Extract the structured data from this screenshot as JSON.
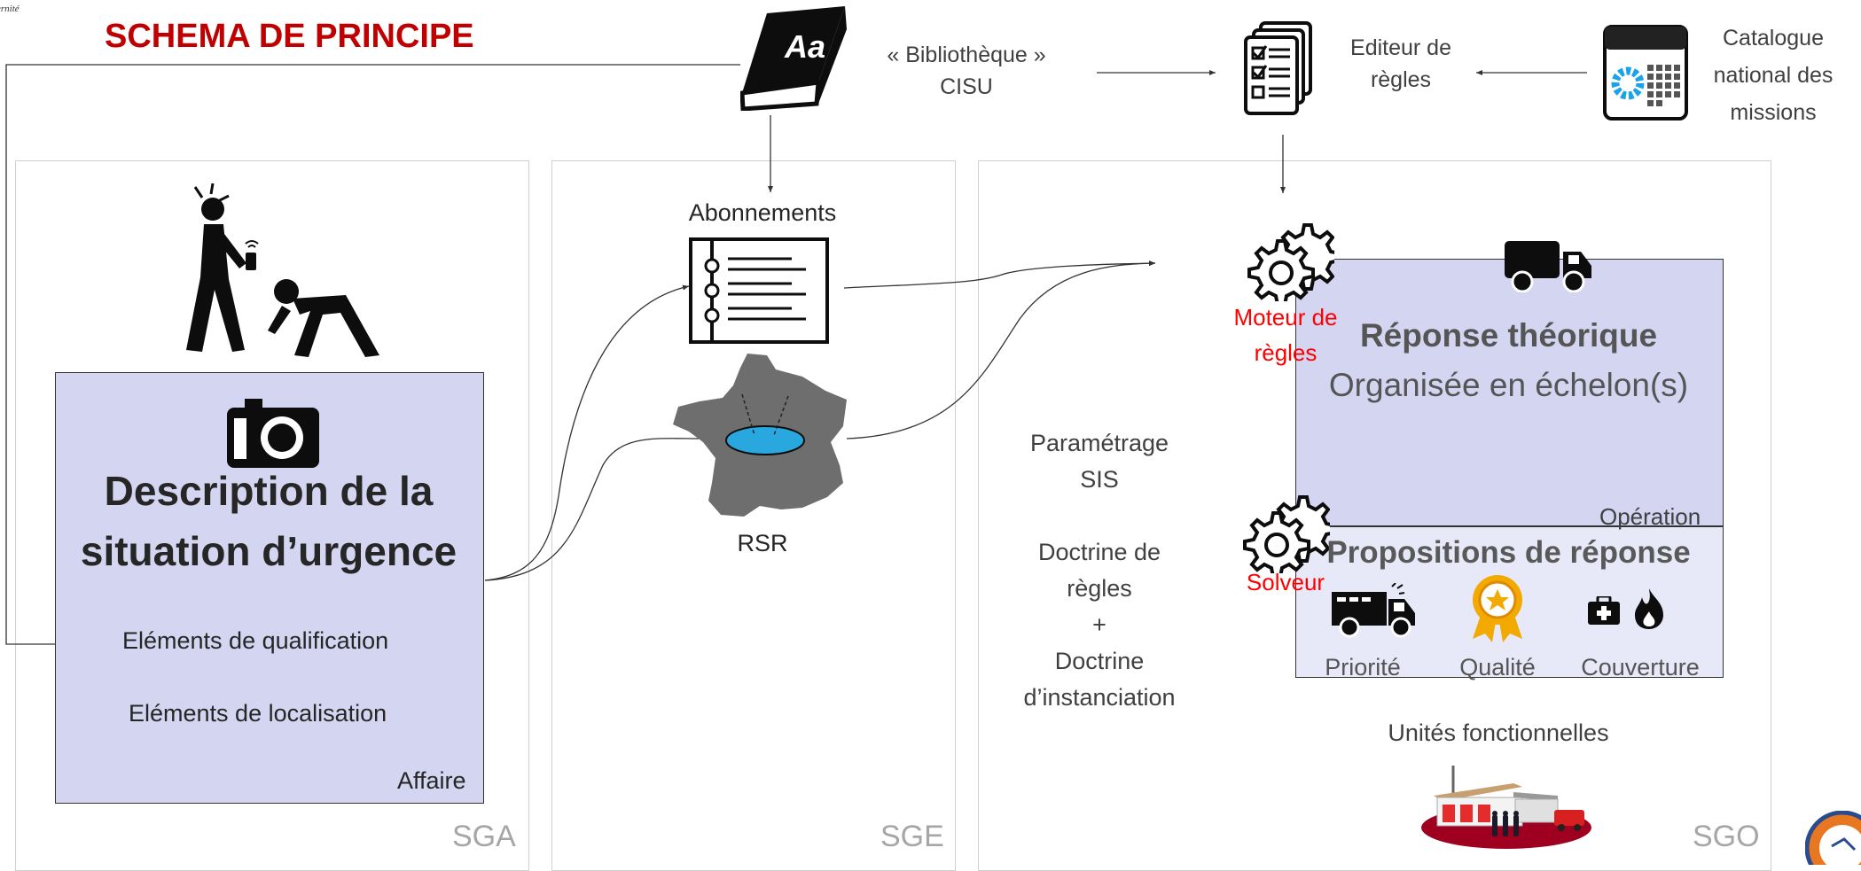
{
  "header": {
    "logo_text": "ernité",
    "title": "SCHEMA DE PRINCIPE"
  },
  "top": {
    "library": "« Bibliothèque »\nCISU",
    "editor": "Editeur de\nrègles",
    "catalog": "Catalogue\nnational des\nmissions"
  },
  "sga": {
    "panel_label": "SGA",
    "description": "Description de la\nsituation d’urgence",
    "qualification": "Eléments de qualification",
    "localisation": "Eléments de localisation",
    "box_label": "Affaire"
  },
  "sge": {
    "panel_label": "SGE",
    "subscriptions": "Abonnements",
    "map_label": "RSR"
  },
  "sgo": {
    "panel_label": "SGO",
    "engine": "Moteur de\nrègles",
    "theoretical_title": "Réponse théorique",
    "theoretical_sub": "Organisée en échelon(s)",
    "operation": "Opération",
    "params": "Paramétrage\nSIS\n\nDoctrine de\nrègles\n+\nDoctrine\nd’instanciation",
    "solver": "Solveur",
    "proposals_title": "Propositions de réponse",
    "criteria": [
      "Priorité",
      "Qualité",
      "Couverture"
    ],
    "units": "Unités fonctionnelles"
  },
  "colors": {
    "title_red": "#c00000",
    "engine_red": "#ff0000",
    "box_fill": "#d3d5f1",
    "box_fill_light": "#e8e9f8",
    "text_gray": "#404040",
    "panel_label_gray": "#a6a6a6",
    "map_gray": "#6e6e6e",
    "zone_blue": "#29a8e0"
  },
  "icons": [
    "book-icon",
    "checklist-icon",
    "calendar-gear-icon",
    "pedestrian-fall-icon",
    "camera-icon",
    "list-icon",
    "france-map-icon",
    "gear-icon",
    "truck-icon",
    "ambulance-icon",
    "medal-icon",
    "medkit-icon",
    "fire-icon",
    "fire-station-icon",
    "badge-logo-icon"
  ]
}
